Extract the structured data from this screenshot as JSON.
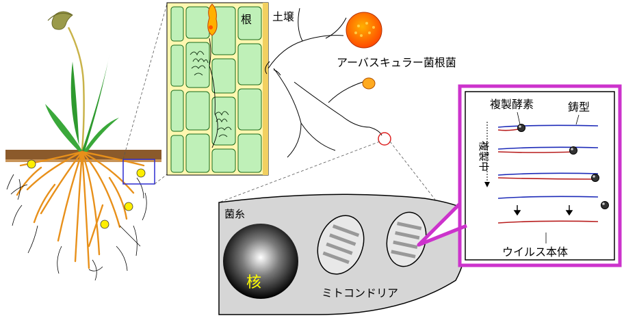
{
  "labels": {
    "root": "根",
    "soil": "土壌",
    "amf": "アーバスキュラー菌根菌",
    "replicase": "複製酵素",
    "template": "鋳型",
    "replicating": "複製中",
    "virus_body": "ウイルス本体",
    "hypha": "菌糸",
    "nucleus": "核",
    "mitochondria": "ミトコンドリア"
  },
  "colors": {
    "root_orange": "#e8901a",
    "stem_green": "#2e9a2e",
    "cell_green": "#bff0b8",
    "cell_wall": "#fff7b0",
    "soil_brown": "#8b5a2b",
    "spore_yellow": "#ffee00",
    "spore_orange": "#ff6a00",
    "magenta_frame": "#cc33cc",
    "rna_blue": "#1c2ab8",
    "rna_red": "#b81c1c",
    "hypha_gray": "#d6d6d6",
    "nucleus_text": "#ffff00"
  },
  "icons": [
    "replicase-enzyme-icon",
    "down-arrow-icon",
    "magnify-box-icon"
  ]
}
